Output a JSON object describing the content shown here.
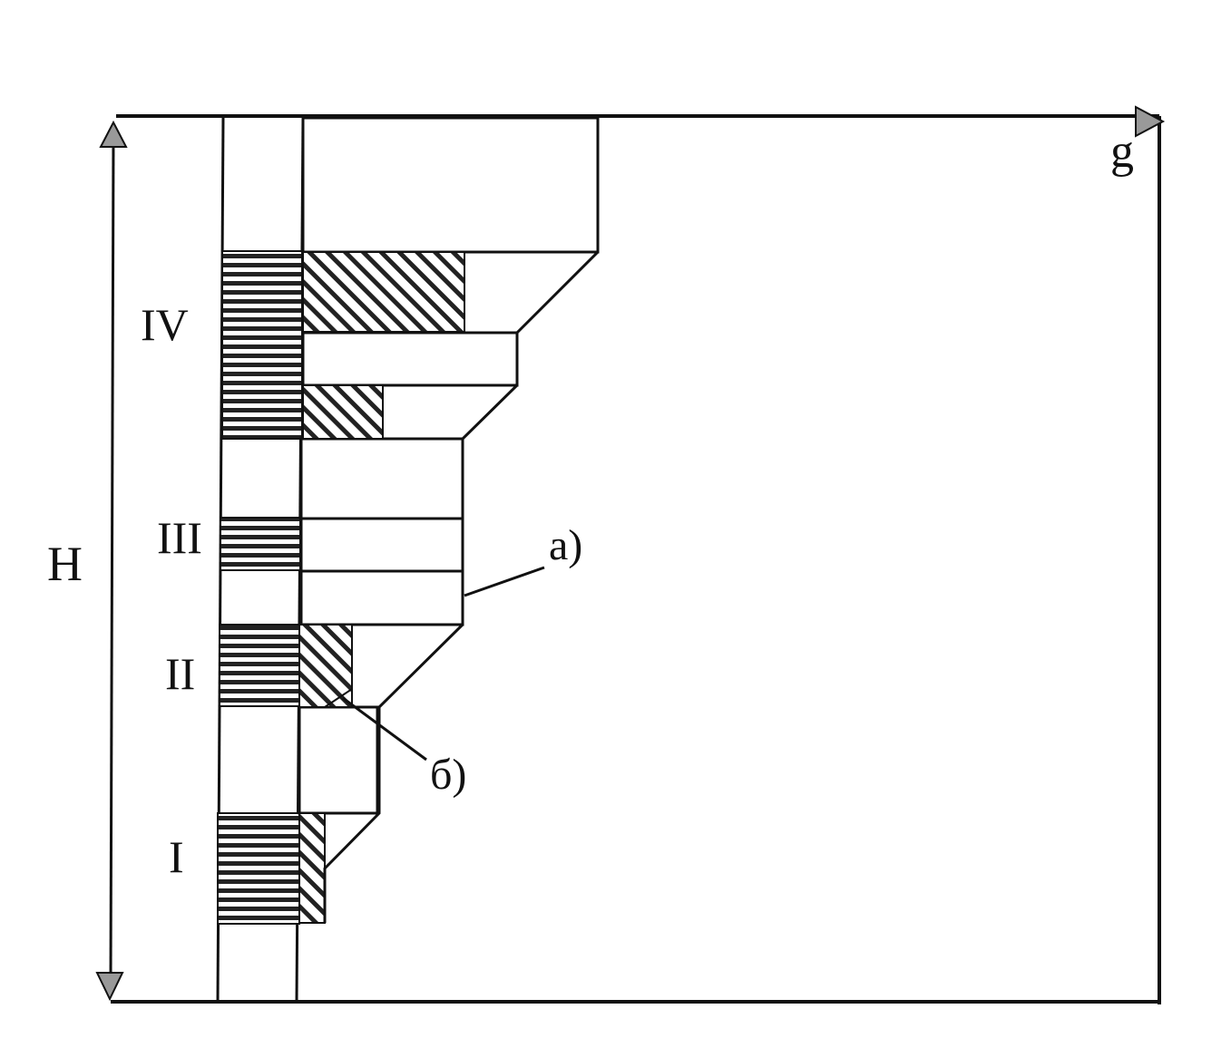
{
  "labels": {
    "g": "g",
    "H": "H",
    "IV": "IV",
    "III": "III",
    "II": "II",
    "I": "I",
    "a": "а)",
    "b": "б)"
  },
  "colors": {
    "line": "#111111",
    "background": "#ffffff"
  }
}
